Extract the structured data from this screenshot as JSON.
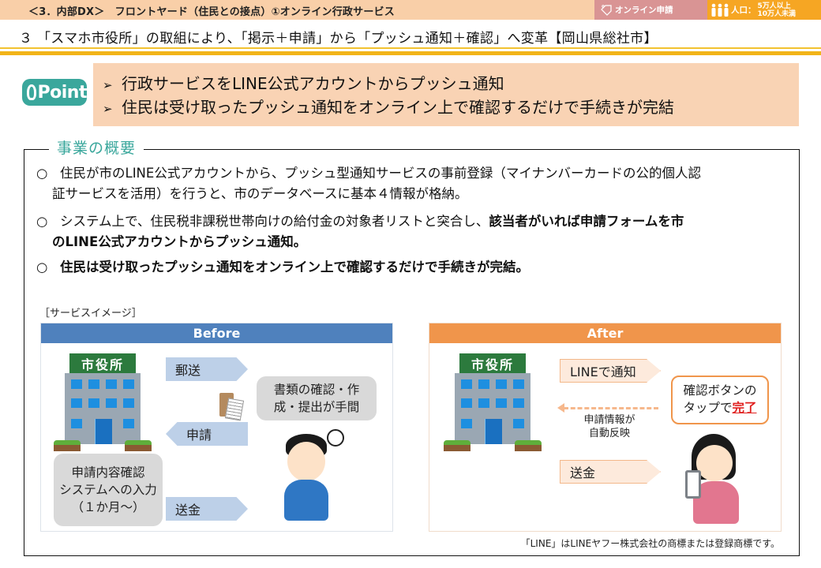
{
  "header": {
    "title": "＜3．内部DX＞　フロントヤード（住民との接点）①オンライン行政サービス",
    "tag_online": "オンライン申請",
    "tag_population_label": "人口：",
    "tag_population_range_line1": "5万人以上",
    "tag_population_range_line2": "10万人未満",
    "colors": {
      "band": "#f9cfa8",
      "tag_online": "#d99494",
      "tag_population": "#f6a623",
      "rule": "#f2b418"
    }
  },
  "subtitle": "３ 「スマホ市役所」の取組により、「掲示＋申請」から「プッシュ通知＋確認」へ変革【岡山県総社市】",
  "point": {
    "logo_text": "Point",
    "bullet_marker": "➢",
    "items": [
      "行政サービスをLINE公式アカウントからプッシュ通知",
      "住民は受け取ったプッシュ通知をオンライン上で確認するだけで手続きが完結"
    ],
    "colors": {
      "box": "#f9d3b4",
      "logo": "#3aa79c"
    }
  },
  "overview": {
    "legend": "事業の概要",
    "marker": "○",
    "items": [
      {
        "line1": "住民が市のLINE公式アカウントから、プッシュ型通知サービスの事前登録（マイナンバーカードの公的個人認",
        "line2": "証サービスを活用）を行うと、市のデータベースに基本４情報が格納。"
      },
      {
        "line1_normal": "システム上で、住民税非課税世帯向けの給付金の対象者リストと突合し、",
        "line1_bold": "該当者がいれば申請フォームを市",
        "line2_bold": "のLINE公式アカウントからプッシュ通知。"
      },
      {
        "line1_bold": "住民は受け取ったプッシュ通知をオンライン上で確認するだけで手続きが完結。"
      }
    ]
  },
  "service_image": {
    "label": "［サービスイメージ］",
    "before": {
      "title": "Before",
      "city_hall_sign": "市役所",
      "arrow_mail": "郵送",
      "arrow_apply": "申請",
      "arrow_remit": "送金",
      "resident_bubble_line1": "書類の確認・作",
      "resident_bubble_line2": "成・提出が手間",
      "office_bubble_line1": "申請内容確認",
      "office_bubble_line2": "システムへの入力",
      "office_bubble_line3": "（１か月～）",
      "header_color": "#4f81bd"
    },
    "after": {
      "title": "After",
      "city_hall_sign": "市役所",
      "arrow_line_notify": "LINEで通知",
      "auto_reflect_line1": "申請情報が",
      "auto_reflect_line2": "自動反映",
      "arrow_remit": "送金",
      "resident_bubble_line1": "確認ボタンの",
      "resident_bubble_line2_prefix": "タップで",
      "resident_bubble_line2_emph": "完了",
      "header_color": "#f0954b"
    }
  },
  "trademark_note": "「LINE」はLINEヤフー株式会社の商標または登録商標です。"
}
